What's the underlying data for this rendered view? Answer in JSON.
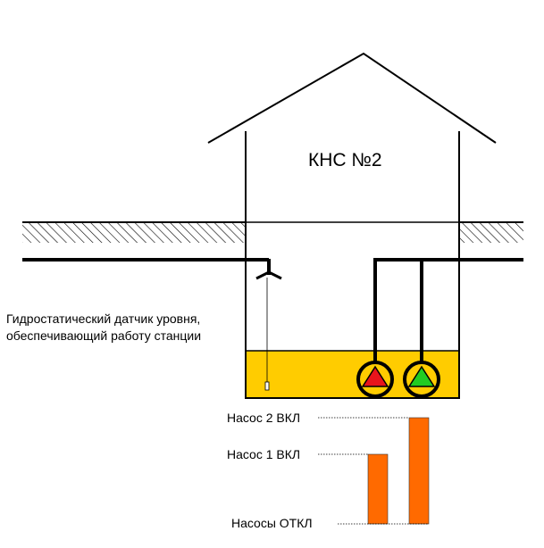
{
  "station": {
    "title": "КНС №2"
  },
  "sensor": {
    "caption_line1": "Гидростатический датчик уровня,",
    "caption_line2": "обеспечивающий работу станции"
  },
  "levels": {
    "pump2_on": "Насос 2 ВКЛ",
    "pump1_on": "Насос 1 ВКЛ",
    "pumps_off": "Насосы ОТКЛ"
  },
  "pumps": [
    {
      "id": "pump-1",
      "state_color": "#e8141c"
    },
    {
      "id": "pump-2",
      "state_color": "#22cc22"
    }
  ],
  "colors": {
    "water": "#ffcc00",
    "level_bar": "#ff6a00",
    "line": "#000000"
  }
}
